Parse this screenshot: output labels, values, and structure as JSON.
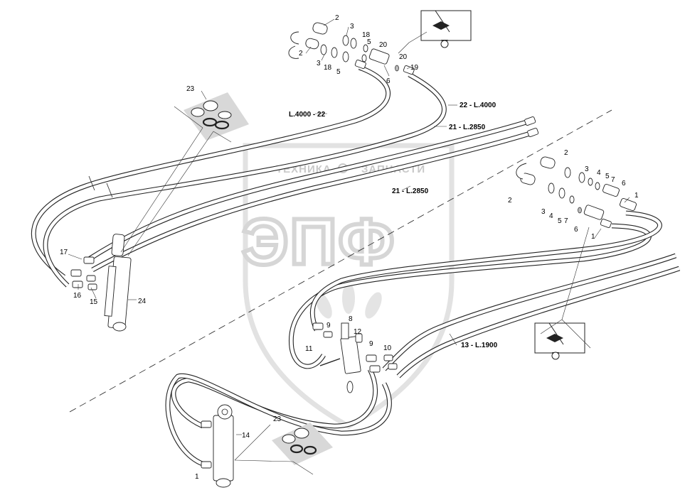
{
  "watermark": {
    "brand": "ЭПФ",
    "tagline_left": "ТЕХНИКА",
    "tagline_right": "ЗАПЧАСТИ"
  },
  "callouts": {
    "c2a": "2",
    "c2b": "2",
    "c3a": "3",
    "c3b": "3",
    "c18a": "18",
    "c18b": "18",
    "c5a": "5",
    "c5b": "5",
    "c20a": "20",
    "c20b": "20",
    "c19": "19",
    "c6a": "6",
    "c23a": "23",
    "c17": "17",
    "c16": "16",
    "c15": "15",
    "c24": "24",
    "c2c": "2",
    "c2d": "2",
    "c3c": "3",
    "c3d": "3",
    "c4a": "4",
    "c4b": "4",
    "c5c": "5",
    "c5d": "5",
    "c7a": "7",
    "c7b": "7",
    "c6b": "6",
    "c6c": "6",
    "c1a": "1",
    "c1b": "1",
    "c8": "8",
    "c9a": "9",
    "c9b": "9",
    "c12": "12",
    "c11": "11",
    "c10": "10",
    "c14": "14",
    "c23b": "23",
    "c1c": "1"
  },
  "hose_labels": {
    "h22_left": "L.4000 - 22",
    "h22_right": "22 - L.4000",
    "h21_upper": "21 - L.2850",
    "h21_lower": "21 - L.2850",
    "h13": "13 - L.1900"
  }
}
